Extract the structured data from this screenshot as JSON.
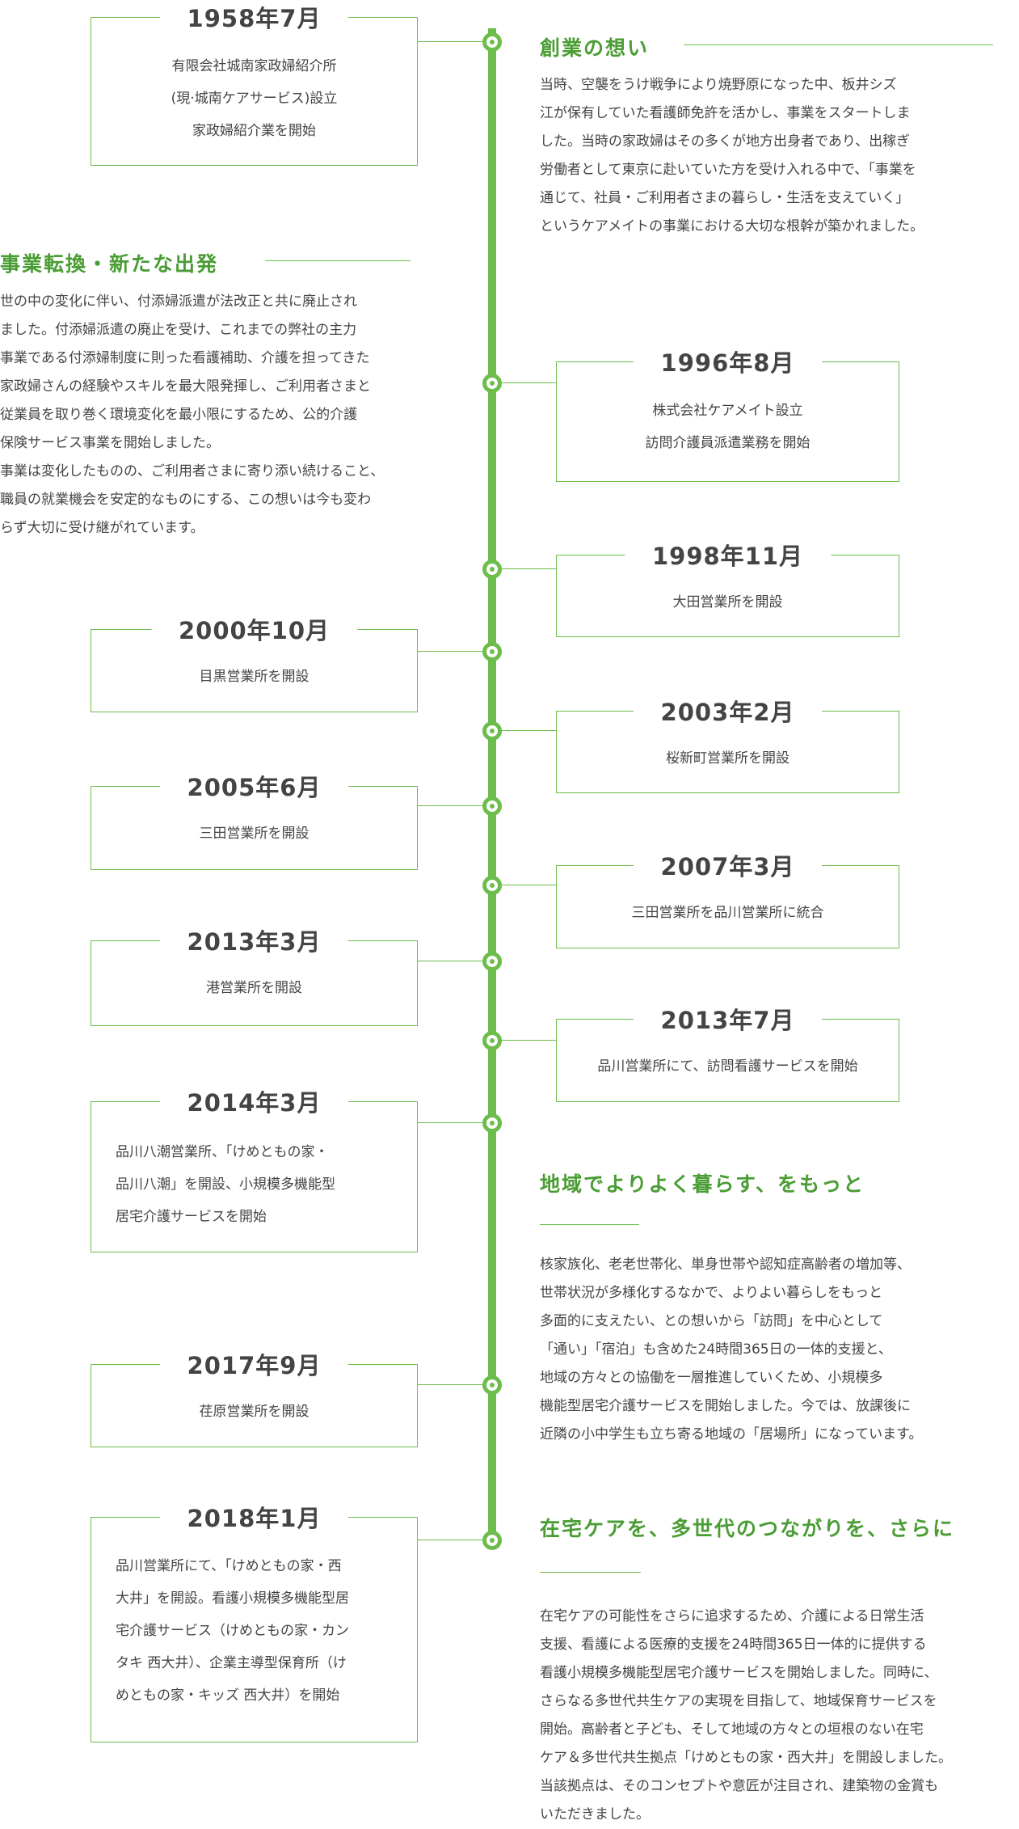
{
  "brand": {
    "accent_color": "#6cbd4b",
    "heading_color": "#4a9d34"
  },
  "timeline": [
    {
      "date": "1958年7月",
      "lines": [
        "有限会社城南家政婦紹介所",
        "(現·城南ケアサービス)設立",
        "家政婦紹介業を開始"
      ]
    },
    {
      "date": "1996年8月",
      "lines": [
        "株式会社ケアメイト設立",
        "訪問介護員派遣業務を開始"
      ]
    },
    {
      "date": "1998年11月",
      "lines": [
        "大田営業所を開設"
      ]
    },
    {
      "date": "2000年10月",
      "lines": [
        "目黒営業所を開設"
      ]
    },
    {
      "date": "2003年2月",
      "lines": [
        "桜新町営業所を開設"
      ]
    },
    {
      "date": "2005年6月",
      "lines": [
        "三田営業所を開設"
      ]
    },
    {
      "date": "2007年3月",
      "lines": [
        "三田営業所を品川営業所に統合"
      ]
    },
    {
      "date": "2013年3月",
      "lines": [
        "港営業所を開設"
      ]
    },
    {
      "date": "2013年7月",
      "lines": [
        "品川営業所にて、訪問看護サービスを開始"
      ]
    },
    {
      "date": "2014年3月",
      "lines": [
        "品川八潮営業所、「けめともの家・",
        "品川八潮」を開設、小規模多機能型",
        "居宅介護サービスを開始"
      ]
    },
    {
      "date": "2017年9月",
      "lines": [
        "荏原営業所を開設"
      ]
    },
    {
      "date": "2018年1月",
      "lines": [
        "品川営業所にて、「けめともの家・西",
        "大井」を開設。看護小規模多機能型居",
        "宅介護サービス（けめともの家・カン",
        "タキ 西大井）、企業主導型保育所（け",
        "めともの家・キッズ 西大井）を開始"
      ]
    }
  ],
  "sections": [
    {
      "heading": "創業の想い",
      "lines": [
        "当時、空襲をうけ戦争により焼野原になった中、板井シズ",
        "江が保有していた看護師免許を活かし、事業をスタートしま",
        "した。当時の家政婦はその多くが地方出身者であり、出稼ぎ",
        "労働者として東京に赴いていた方を受け入れる中で、「事業を",
        "通じて、社員・ご利用者さまの暮らし・生活を支えていく」",
        "というケアメイトの事業における大切な根幹が築かれました。"
      ]
    },
    {
      "heading": "事業転換・新たな出発",
      "lines": [
        "世の中の変化に伴い、付添婦派遣が法改正と共に廃止され",
        "ました。付添婦派遣の廃止を受け、これまでの弊社の主力",
        "事業である付添婦制度に則った看護補助、介護を担ってきた",
        "家政婦さんの経験やスキルを最大限発揮し、ご利用者さまと",
        "従業員を取り巻く環境変化を最小限にするため、公的介護",
        "保険サービス事業を開始しました。",
        "事業は変化したものの、ご利用者さまに寄り添い続けること、",
        "職員の就業機会を安定的なものにする、この想いは今も変わ",
        "らず大切に受け継がれています。"
      ]
    },
    {
      "heading": "地域でよりよく暮らす、をもっと",
      "lines": [
        "核家族化、老老世帯化、単身世帯や認知症高齢者の増加等、",
        "世帯状況が多様化するなかで、よりよい暮らしをもっと",
        "多面的に支えたい、との想いから「訪問」を中心として",
        "「通い」「宿泊」も含めた24時間365日の一体的支援と、",
        "地域の方々との協働を一層推進していくため、小規模多",
        "機能型居宅介護サービスを開始しました。今では、放課後に",
        "近隣の小中学生も立ち寄る地域の「居場所」になっています。"
      ]
    },
    {
      "heading": "在宅ケアを、多世代のつながりを、さらに",
      "lines": [
        "在宅ケアの可能性をさらに追求するため、介護による日常生活",
        "支援、看護による医療的支援を24時間365日一体的に提供する",
        "看護小規模多機能型居宅介護サービスを開始しました。同時に、",
        "さらなる多世代共生ケアの実現を目指して、地域保育サービスを",
        "開始。高齢者と子ども、そして地域の方々との垣根のない在宅",
        "ケア＆多世代共生拠点「けめともの家・西大井」を開設しました。",
        "当該拠点は、そのコンセプトや意匠が注目され、建築物の金賞も",
        "いただきました。"
      ]
    }
  ]
}
